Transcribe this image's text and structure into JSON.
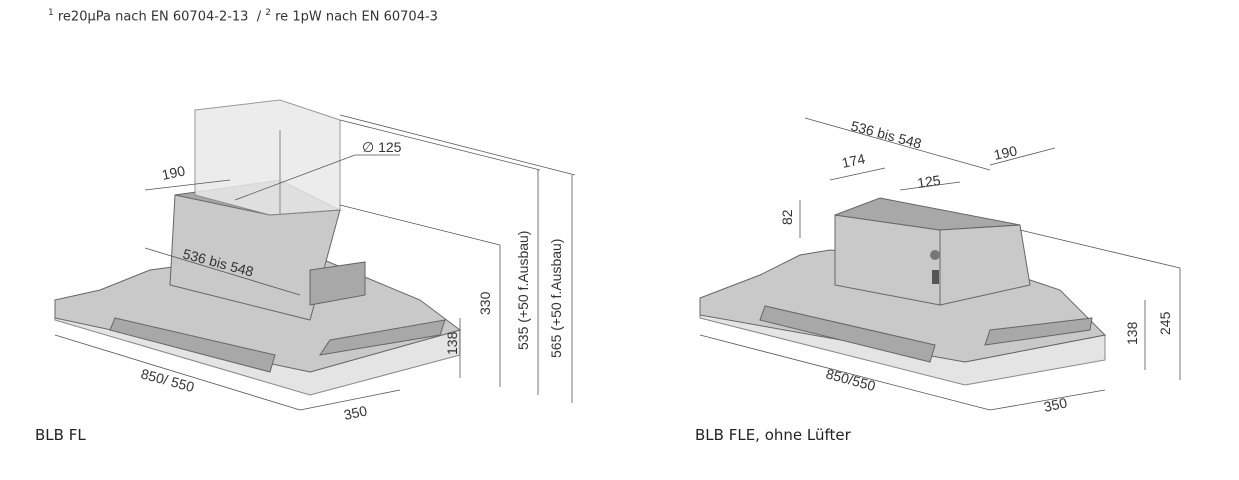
{
  "footnote": {
    "sup1": "1",
    "text1": "re20µPa nach EN 60704-2-13",
    "sep": "/",
    "sup2": "2",
    "text2": "re 1pW nach EN 60704-3"
  },
  "left": {
    "caption": "BLB FL",
    "dims": {
      "d190": "190",
      "d125": "∅ 125",
      "d536": "536 bis 548",
      "d330": "330",
      "d138": "138",
      "d535": "535 (+50 f.Ausbau)",
      "d565": "565 (+50 f.Ausbau)",
      "d850": "850/ 550",
      "d350": "350"
    }
  },
  "right": {
    "caption": "BLB FLE, ohne Lüfter",
    "dims": {
      "d536": "536 bis 548",
      "d190": "190",
      "d174": "174",
      "d125": "125",
      "d82": "82",
      "d138": "138",
      "d245": "245",
      "d850": "850/550",
      "d350": "350"
    }
  }
}
